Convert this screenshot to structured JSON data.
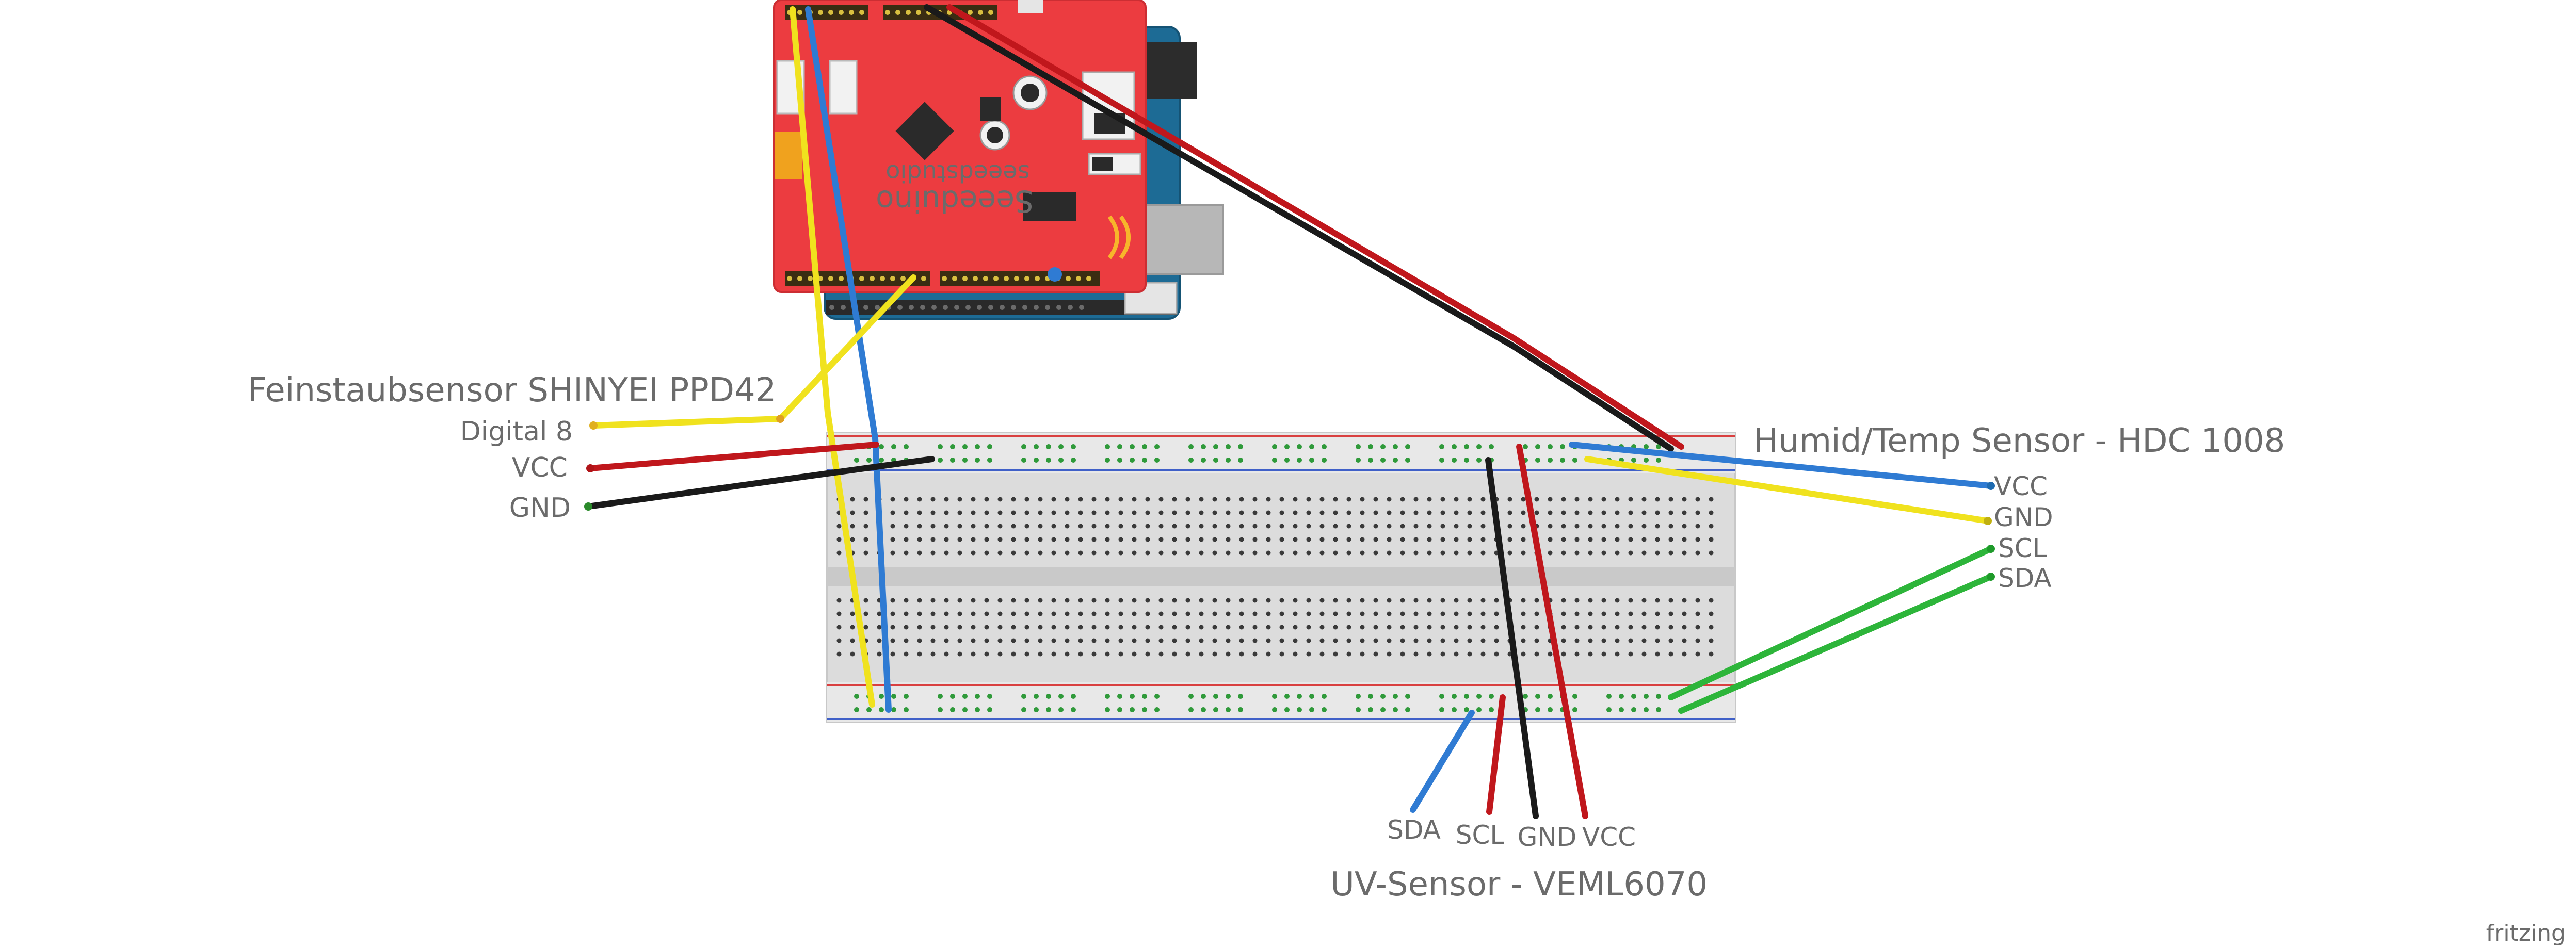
{
  "sensors": {
    "feinstaub": {
      "title": "Feinstaubsensor SHINYEI PPD42",
      "pins": [
        "Digital 8",
        "VCC",
        "GND"
      ]
    },
    "humid": {
      "title": "Humid/Temp Sensor - HDC 1008",
      "pins": [
        "VCC",
        "GND",
        "SCL",
        "SDA"
      ]
    },
    "uv": {
      "title": "UV-Sensor - VEML6070",
      "pins": [
        "SDA",
        "SCL",
        "GND",
        "VCC"
      ]
    }
  },
  "board": {
    "brand": "seeedstudio",
    "name": "Seeeduino"
  },
  "watermark": "fritzing",
  "wire_colors": {
    "vcc": "#c0171c",
    "gnd": "#1a1a1a",
    "signal": "#f0e21e",
    "i2c_clock": "#2f7bd3",
    "i2c_data": "#2db53a"
  }
}
